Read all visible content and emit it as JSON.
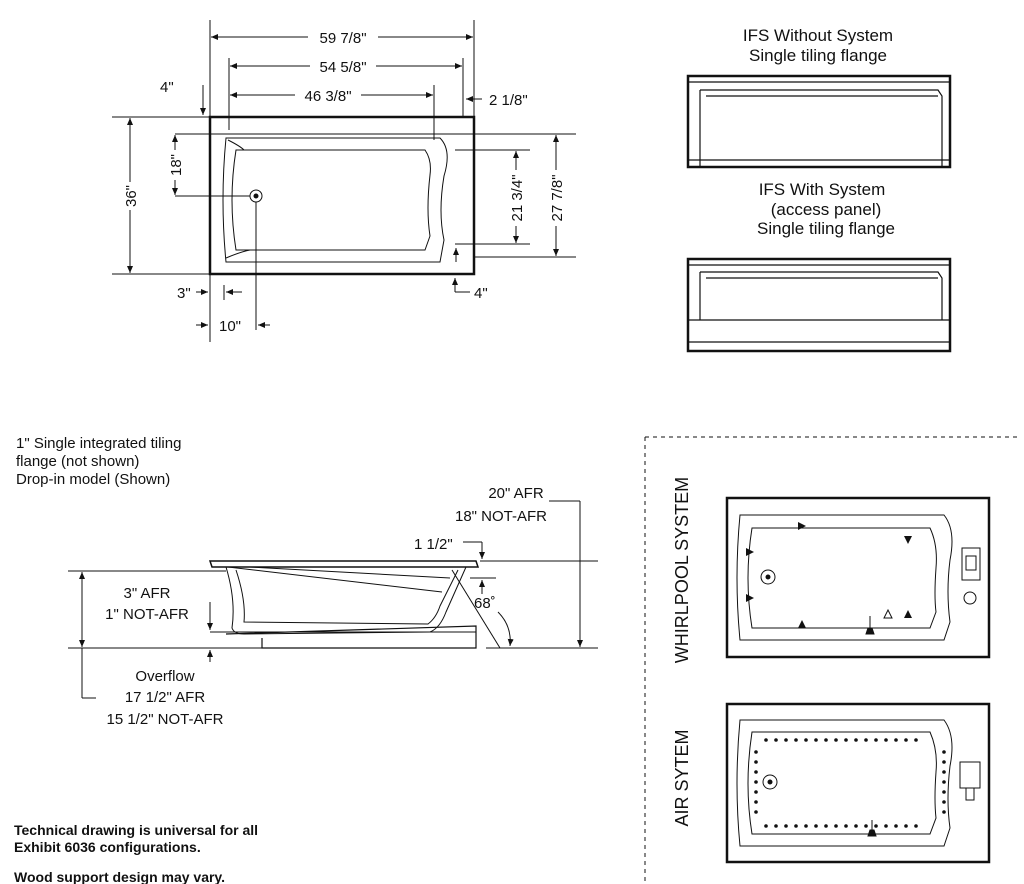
{
  "top_view": {
    "overall_length": "59 7/8\"",
    "inner_length": "54 5/8\"",
    "bath_length": "46 3/8\"",
    "right_offset": "2 1/8\"",
    "top_offset": "4\"",
    "drain_height": "18\"",
    "overall_width": "36\"",
    "inner_width": "21 3/4\"",
    "outer_width": "27 7/8\"",
    "left_offset": "3\"",
    "bottom_offset": "4\"",
    "drain_offset": "10\""
  },
  "ifs_without": {
    "line1": "IFS Without System",
    "line2": "Single tiling flange"
  },
  "ifs_with": {
    "line1": "IFS With System",
    "line2": "(access panel)",
    "line3": "Single tiling flange"
  },
  "side_view": {
    "note_line1": "1\" Single integrated tiling",
    "note_line2": "flange (not shown)",
    "note_line3": "Drop-in model (Shown)",
    "height_afr": "20\" AFR",
    "height_not_afr": "18\" NOT-AFR",
    "rim": "1 1/2\"",
    "angle": "68˚",
    "base_afr": "3\" AFR",
    "base_not_afr": "1\" NOT-AFR",
    "overflow": "Overflow",
    "overflow_afr": "17 1/2\" AFR",
    "overflow_not_afr": "15 1/2\" NOT-AFR"
  },
  "footer": {
    "line1": "Technical drawing is universal for all",
    "line2": "Exhibit 6036 configurations.",
    "line3": "Wood support design may vary."
  },
  "systems": {
    "whirlpool": "WHIRLPOOL SYSTEM",
    "air": "AIR SYTEM"
  }
}
